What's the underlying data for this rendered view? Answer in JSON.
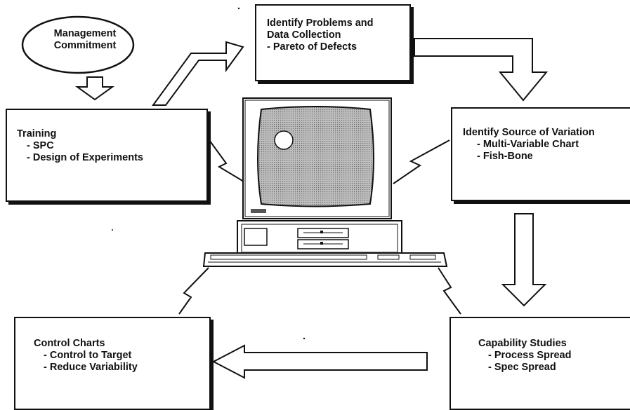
{
  "ellipse": {
    "line1": "Management",
    "line2": "Commitment"
  },
  "identify_problems": {
    "title1": "Identify Problems and",
    "title2": "Data Collection",
    "items": [
      "- Pareto of Defects"
    ]
  },
  "training": {
    "title": "Training",
    "items": [
      "- SPC",
      "- Design of Experiments"
    ]
  },
  "identify_source": {
    "title": "Identify Source of Variation",
    "items": [
      "- Multi-Variable Chart",
      "- Fish-Bone"
    ]
  },
  "control_charts": {
    "title": "Control Charts",
    "items": [
      "- Control to Target",
      "- Reduce Variability"
    ]
  },
  "capability": {
    "title": "Capability Studies",
    "items": [
      "- Process Spread",
      "- Spec Spread"
    ]
  },
  "colors": {
    "ink": "#111111",
    "screen": "#a9a9a9",
    "paper": "#ffffff"
  }
}
